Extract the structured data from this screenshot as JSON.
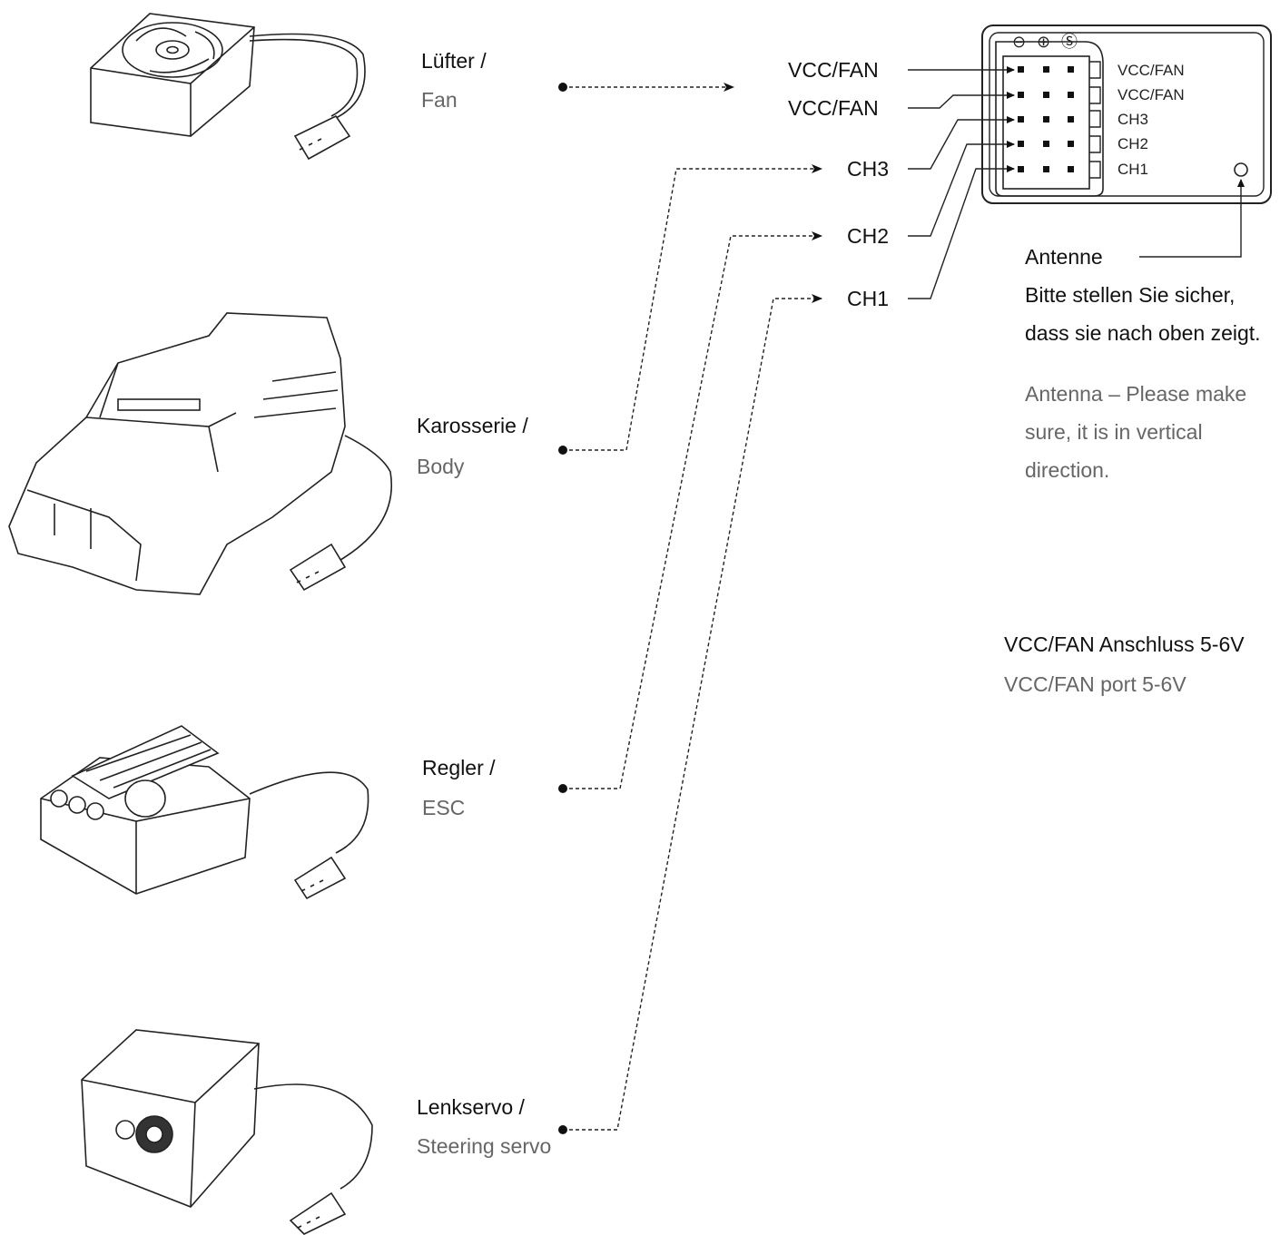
{
  "devices": [
    {
      "id": "fan",
      "de": "Lüfter /",
      "en": "Fan"
    },
    {
      "id": "body",
      "de": "Karosserie /",
      "en": "Body"
    },
    {
      "id": "esc",
      "de": "Regler /",
      "en": "ESC"
    },
    {
      "id": "servo",
      "de": "Lenkservo /",
      "en": "Steering servo"
    }
  ],
  "ports": [
    "VCC/FAN",
    "VCC/FAN",
    "CH3",
    "CH2",
    "CH1"
  ],
  "receiver": {
    "symbols": [
      "⊖",
      "⊕",
      "Ⓢ"
    ],
    "labels": [
      "VCC/FAN",
      "VCC/FAN",
      "CH3",
      "CH2",
      "CH1"
    ]
  },
  "antenna": {
    "de_title": "Antenne",
    "de_line1": "Bitte stellen Sie sicher,",
    "de_line2": "dass sie nach oben zeigt.",
    "en_line1": "Antenna – Please make",
    "en_line2": "sure, it is in vertical",
    "en_line3": "direction."
  },
  "vcc_note": {
    "de": "VCC/FAN Anschluss 5-6V",
    "en": "VCC/FAN port 5-6V"
  }
}
